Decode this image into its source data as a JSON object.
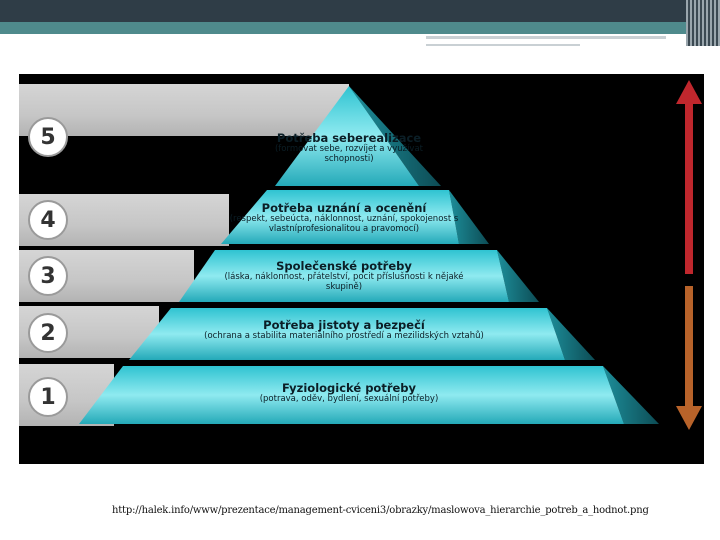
{
  "diagram": {
    "levels": [
      {
        "number": "5",
        "title": "Potřeba seberealizace",
        "description": "(formovat sebe, rozvíjet a využívat schopnosti)"
      },
      {
        "number": "4",
        "title": "Potřeba uznání a ocenění",
        "description": "(respekt, sebeúcta, náklonnost, uznání, spokojenost s vlastníprofesionalitou a pravomocí)"
      },
      {
        "number": "3",
        "title": "Společenské potřeby",
        "description": "(láska, náklonnost, přátelství, pocit příslušnosti k nějaké skupině)"
      },
      {
        "number": "2",
        "title": "Potřeba jistoty a bezpečí",
        "description": "(ochrana a stabilita materiálního prostředí a mezilidských vztahů)"
      },
      {
        "number": "1",
        "title": "Fyziologické potřeby",
        "description": "(potrava, oděv, bydlení, sexuální potřeby)"
      }
    ],
    "colors": {
      "arrow_top": "#c0272d",
      "arrow_bottom": "#b8632a",
      "pyramid": "#3fd0dc"
    }
  },
  "source_url": "http://halek.info/www/prezentace/management-cviceni3/obrazky/maslowova_hierarchie_potreb_a_hodnot.png"
}
